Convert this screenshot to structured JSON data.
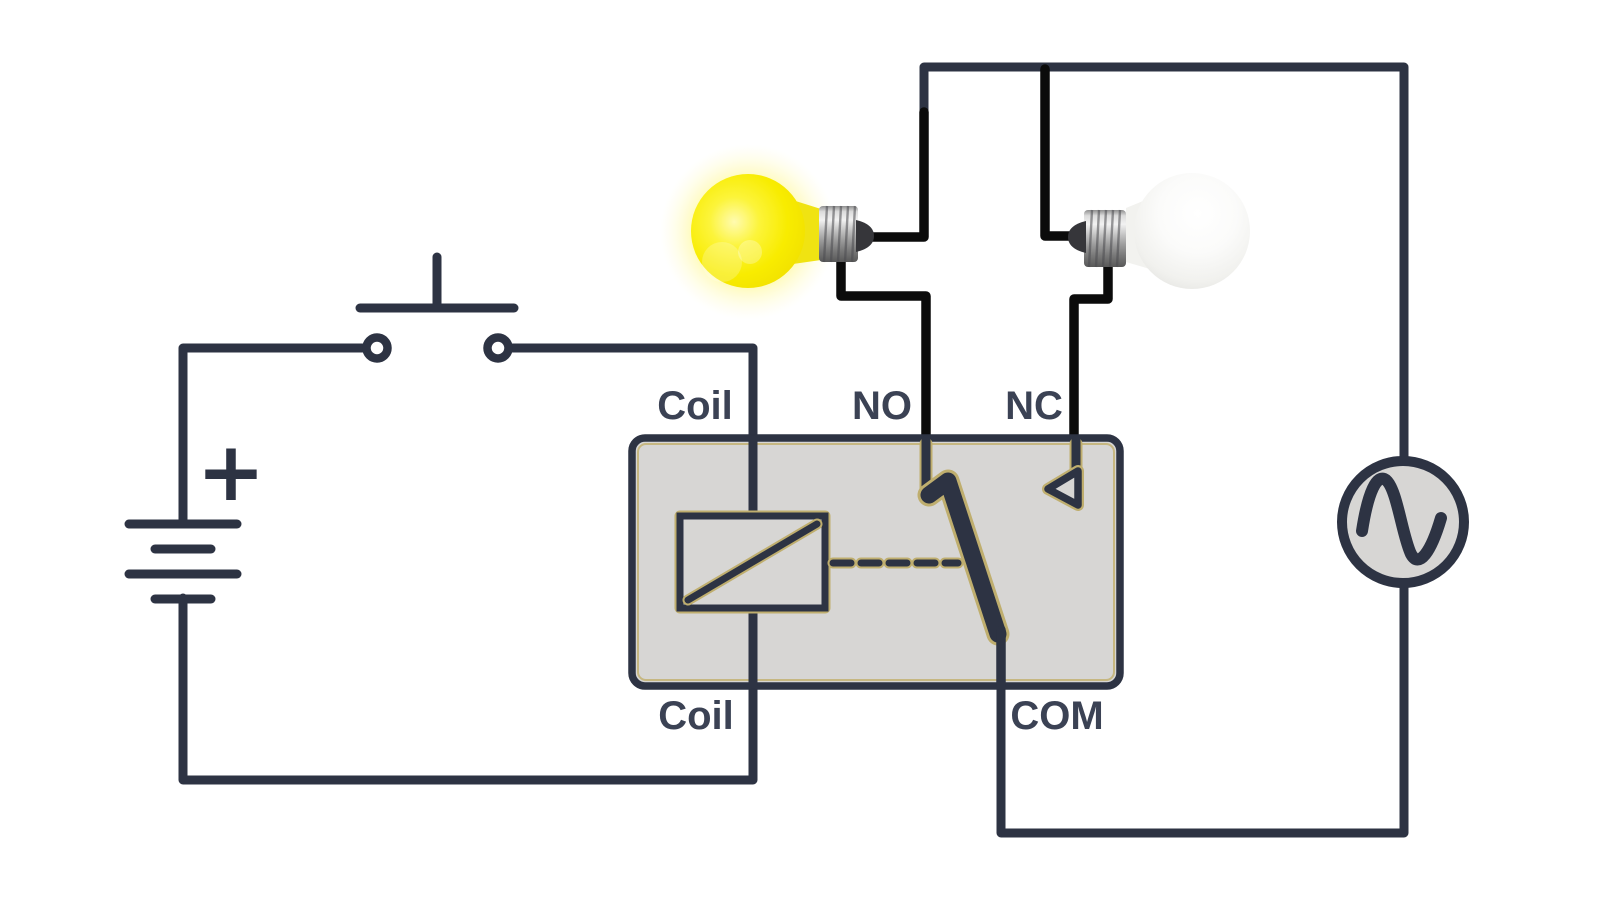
{
  "diagram": {
    "kind": "relay-circuit-diagram",
    "relay": {
      "coil_top_label": "Coil",
      "no_label": "NO",
      "nc_label": "NC",
      "coil_bottom_label": "Coil",
      "com_label": "COM"
    },
    "battery": {
      "polarity_label": "+"
    },
    "bulbs": {
      "no_branch_state": "on",
      "nc_branch_state": "off"
    },
    "colors": {
      "wire": "#2d3343",
      "active_wire": "#0b0b0b",
      "component_fill": "#d7d6d4",
      "inner_outline": "#bfae6e",
      "label_text": "#3b4254",
      "bulb_on": "#f8ec00",
      "bulb_glow": "#fff244",
      "bulb_off": "#f4f4f2",
      "background": "#ffffff"
    }
  }
}
